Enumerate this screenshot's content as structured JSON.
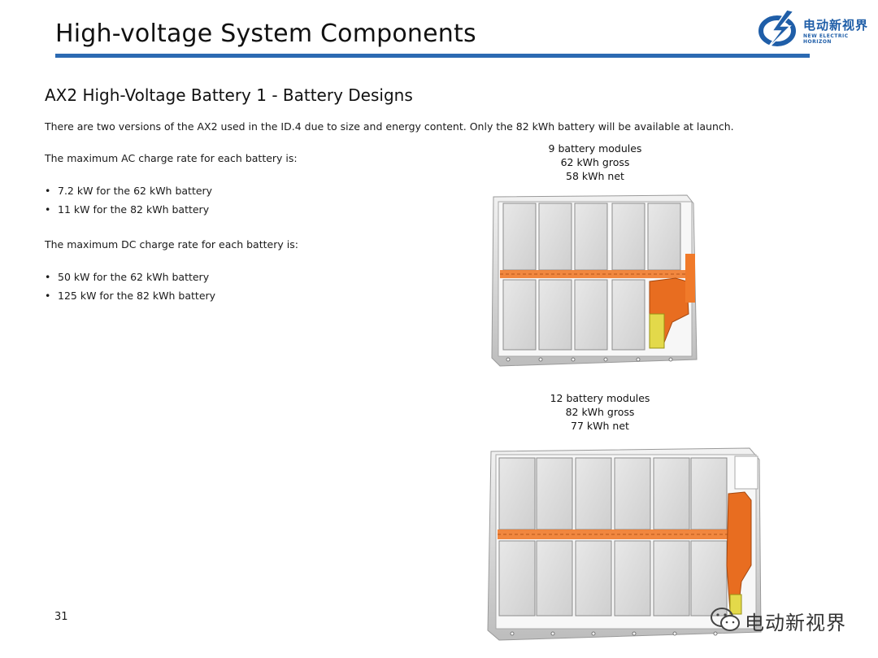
{
  "header": {
    "title": "High-voltage System Components",
    "logo_cn": "电动新视界",
    "logo_en": "NEW ELECTRIC HORIZON"
  },
  "section_title": "AX2 High-Voltage Battery 1 - Battery Designs",
  "intro": "There are two versions of the AX2 used in the ID.4 due to size and energy content.  Only the 82 kWh battery will be available at launch.",
  "ac": {
    "heading": "The maximum AC charge rate for each battery is:",
    "items": [
      "7.2 kW for the 62 kWh battery",
      "11 kW for the 82 kWh battery"
    ]
  },
  "dc": {
    "heading": "The maximum DC charge rate for each battery is:",
    "items": [
      "50 kW for the 62 kWh battery",
      "125 kW for the 82 kWh battery"
    ]
  },
  "battery_small": {
    "line1": "9 battery modules",
    "line2": "62 kWh gross",
    "line3": "58 kWh net"
  },
  "battery_large": {
    "line1": "12 battery modules",
    "line2": "82 kWh gross",
    "line3": "77 kWh net"
  },
  "page_number": "31",
  "watermark": "电动新视界",
  "colors": {
    "accent": "#2c6ab2",
    "cable": "#f07a2a",
    "module": "#d9d9d9"
  }
}
